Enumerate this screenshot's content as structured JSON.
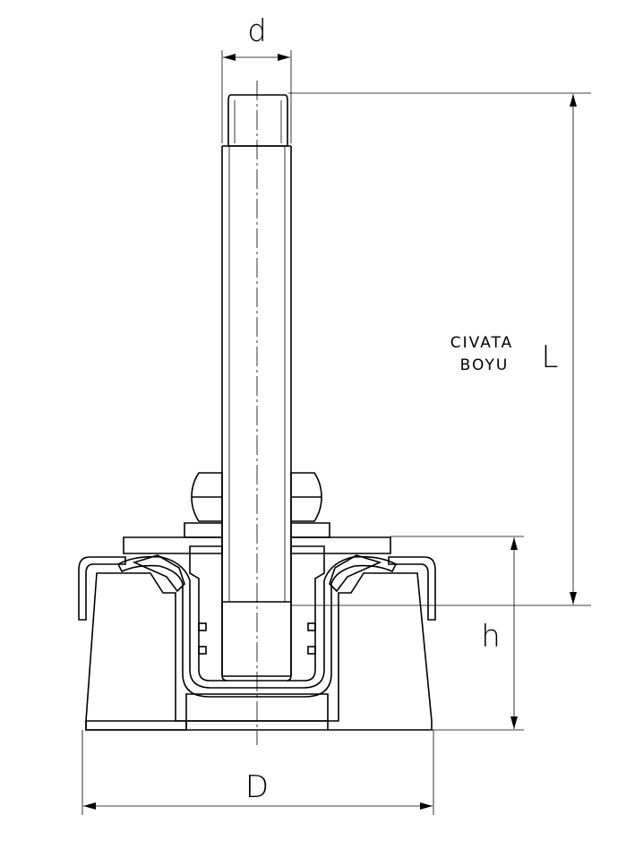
{
  "labels": {
    "d": "d",
    "L": "L",
    "h": "h",
    "D": "D",
    "bolt_length_line1": "CIVATA",
    "bolt_length_line2": "BOYU"
  }
}
